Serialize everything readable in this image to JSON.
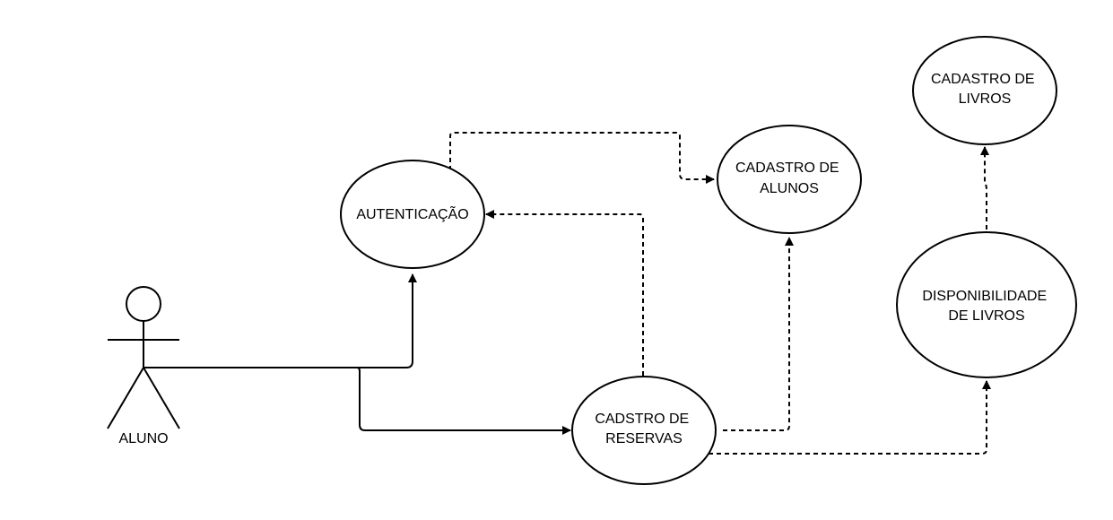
{
  "colors": {
    "stroke": "#000000",
    "background": "#ffffff"
  },
  "actor": {
    "label": "ALUNO"
  },
  "use_cases": {
    "autenticacao": {
      "lines": [
        "AUTENTICAÇÃO"
      ]
    },
    "cadastro_alunos": {
      "lines": [
        "CADASTRO DE",
        "ALUNOS"
      ]
    },
    "cadastro_livros": {
      "lines": [
        "CADASTRO DE",
        "LIVROS"
      ]
    },
    "disponibilidade_livros": {
      "lines": [
        "DISPONIBILIDADE",
        "DE LIVROS"
      ]
    },
    "cadastro_reservas": {
      "lines": [
        "CADSTRO DE",
        "RESERVAS"
      ]
    }
  },
  "connections": [
    {
      "from": "actor",
      "to": "autenticacao",
      "style": "solid"
    },
    {
      "from": "actor",
      "to": "cadastro_reservas",
      "style": "solid"
    },
    {
      "from": "autenticacao",
      "to": "cadastro_alunos",
      "style": "dashed"
    },
    {
      "from": "cadastro_reservas",
      "to": "autenticacao",
      "style": "dashed"
    },
    {
      "from": "cadastro_reservas",
      "to": "cadastro_alunos",
      "style": "dashed"
    },
    {
      "from": "cadastro_reservas",
      "to": "disponibilidade_livros",
      "style": "dashed"
    },
    {
      "from": "disponibilidade_livros",
      "to": "cadastro_livros",
      "style": "dashed"
    }
  ]
}
